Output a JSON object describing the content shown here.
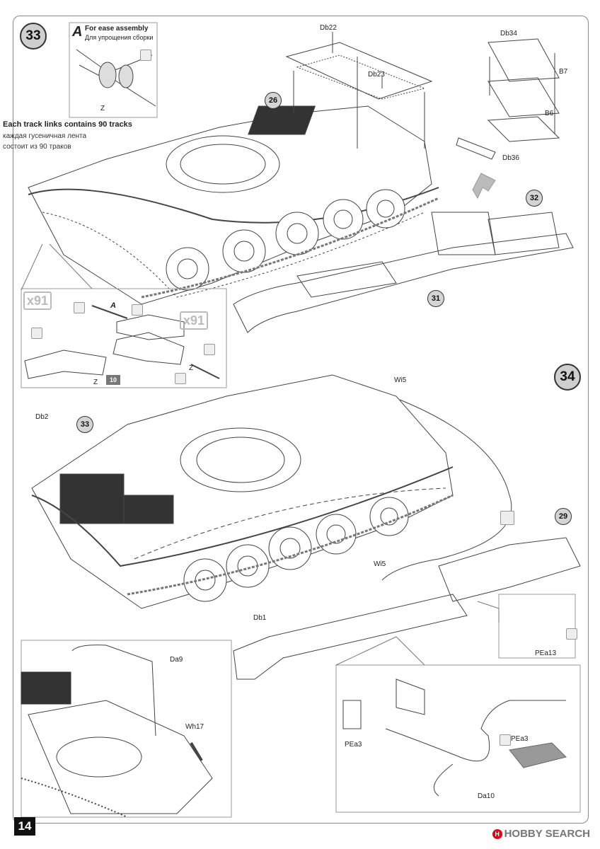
{
  "page": {
    "number": "14"
  },
  "steps": [
    {
      "number": "33"
    },
    {
      "number": "34"
    }
  ],
  "hint": {
    "letter": "A",
    "title_en": "For ease assembly",
    "title_ru": "Для упрощения сборки",
    "part_z": "Z"
  },
  "track_note": {
    "en": "Each track links contains 90 tracks",
    "ru_line1": "каждая гусеничная  лента",
    "ru_line2": "состоит из 90 траков"
  },
  "track_detail": {
    "count_a": "x91",
    "count_b": "x91",
    "letter": "A",
    "z1": "Z",
    "z2": "Z",
    "sub_step": "10"
  },
  "ref_circles": {
    "r26": "26",
    "r32": "32",
    "r31": "31",
    "r33": "33",
    "r29": "29"
  },
  "parts": {
    "db22": "Db22",
    "db23": "Db23",
    "db34": "Db34",
    "b7": "B7",
    "b6": "B6",
    "db36": "Db36",
    "wi5_top": "Wi5",
    "wi5_mid": "Wi5",
    "db2": "Db2",
    "db1": "Db1",
    "da9": "Da9",
    "wh17": "Wh17",
    "pea13": "PEa13",
    "pea3_left": "PEa3",
    "pea3_right": "PEa3",
    "da10": "Da10"
  },
  "watermark": {
    "text": "HOBBY SEARCH",
    "icon": "hobby-search-logo-icon"
  }
}
